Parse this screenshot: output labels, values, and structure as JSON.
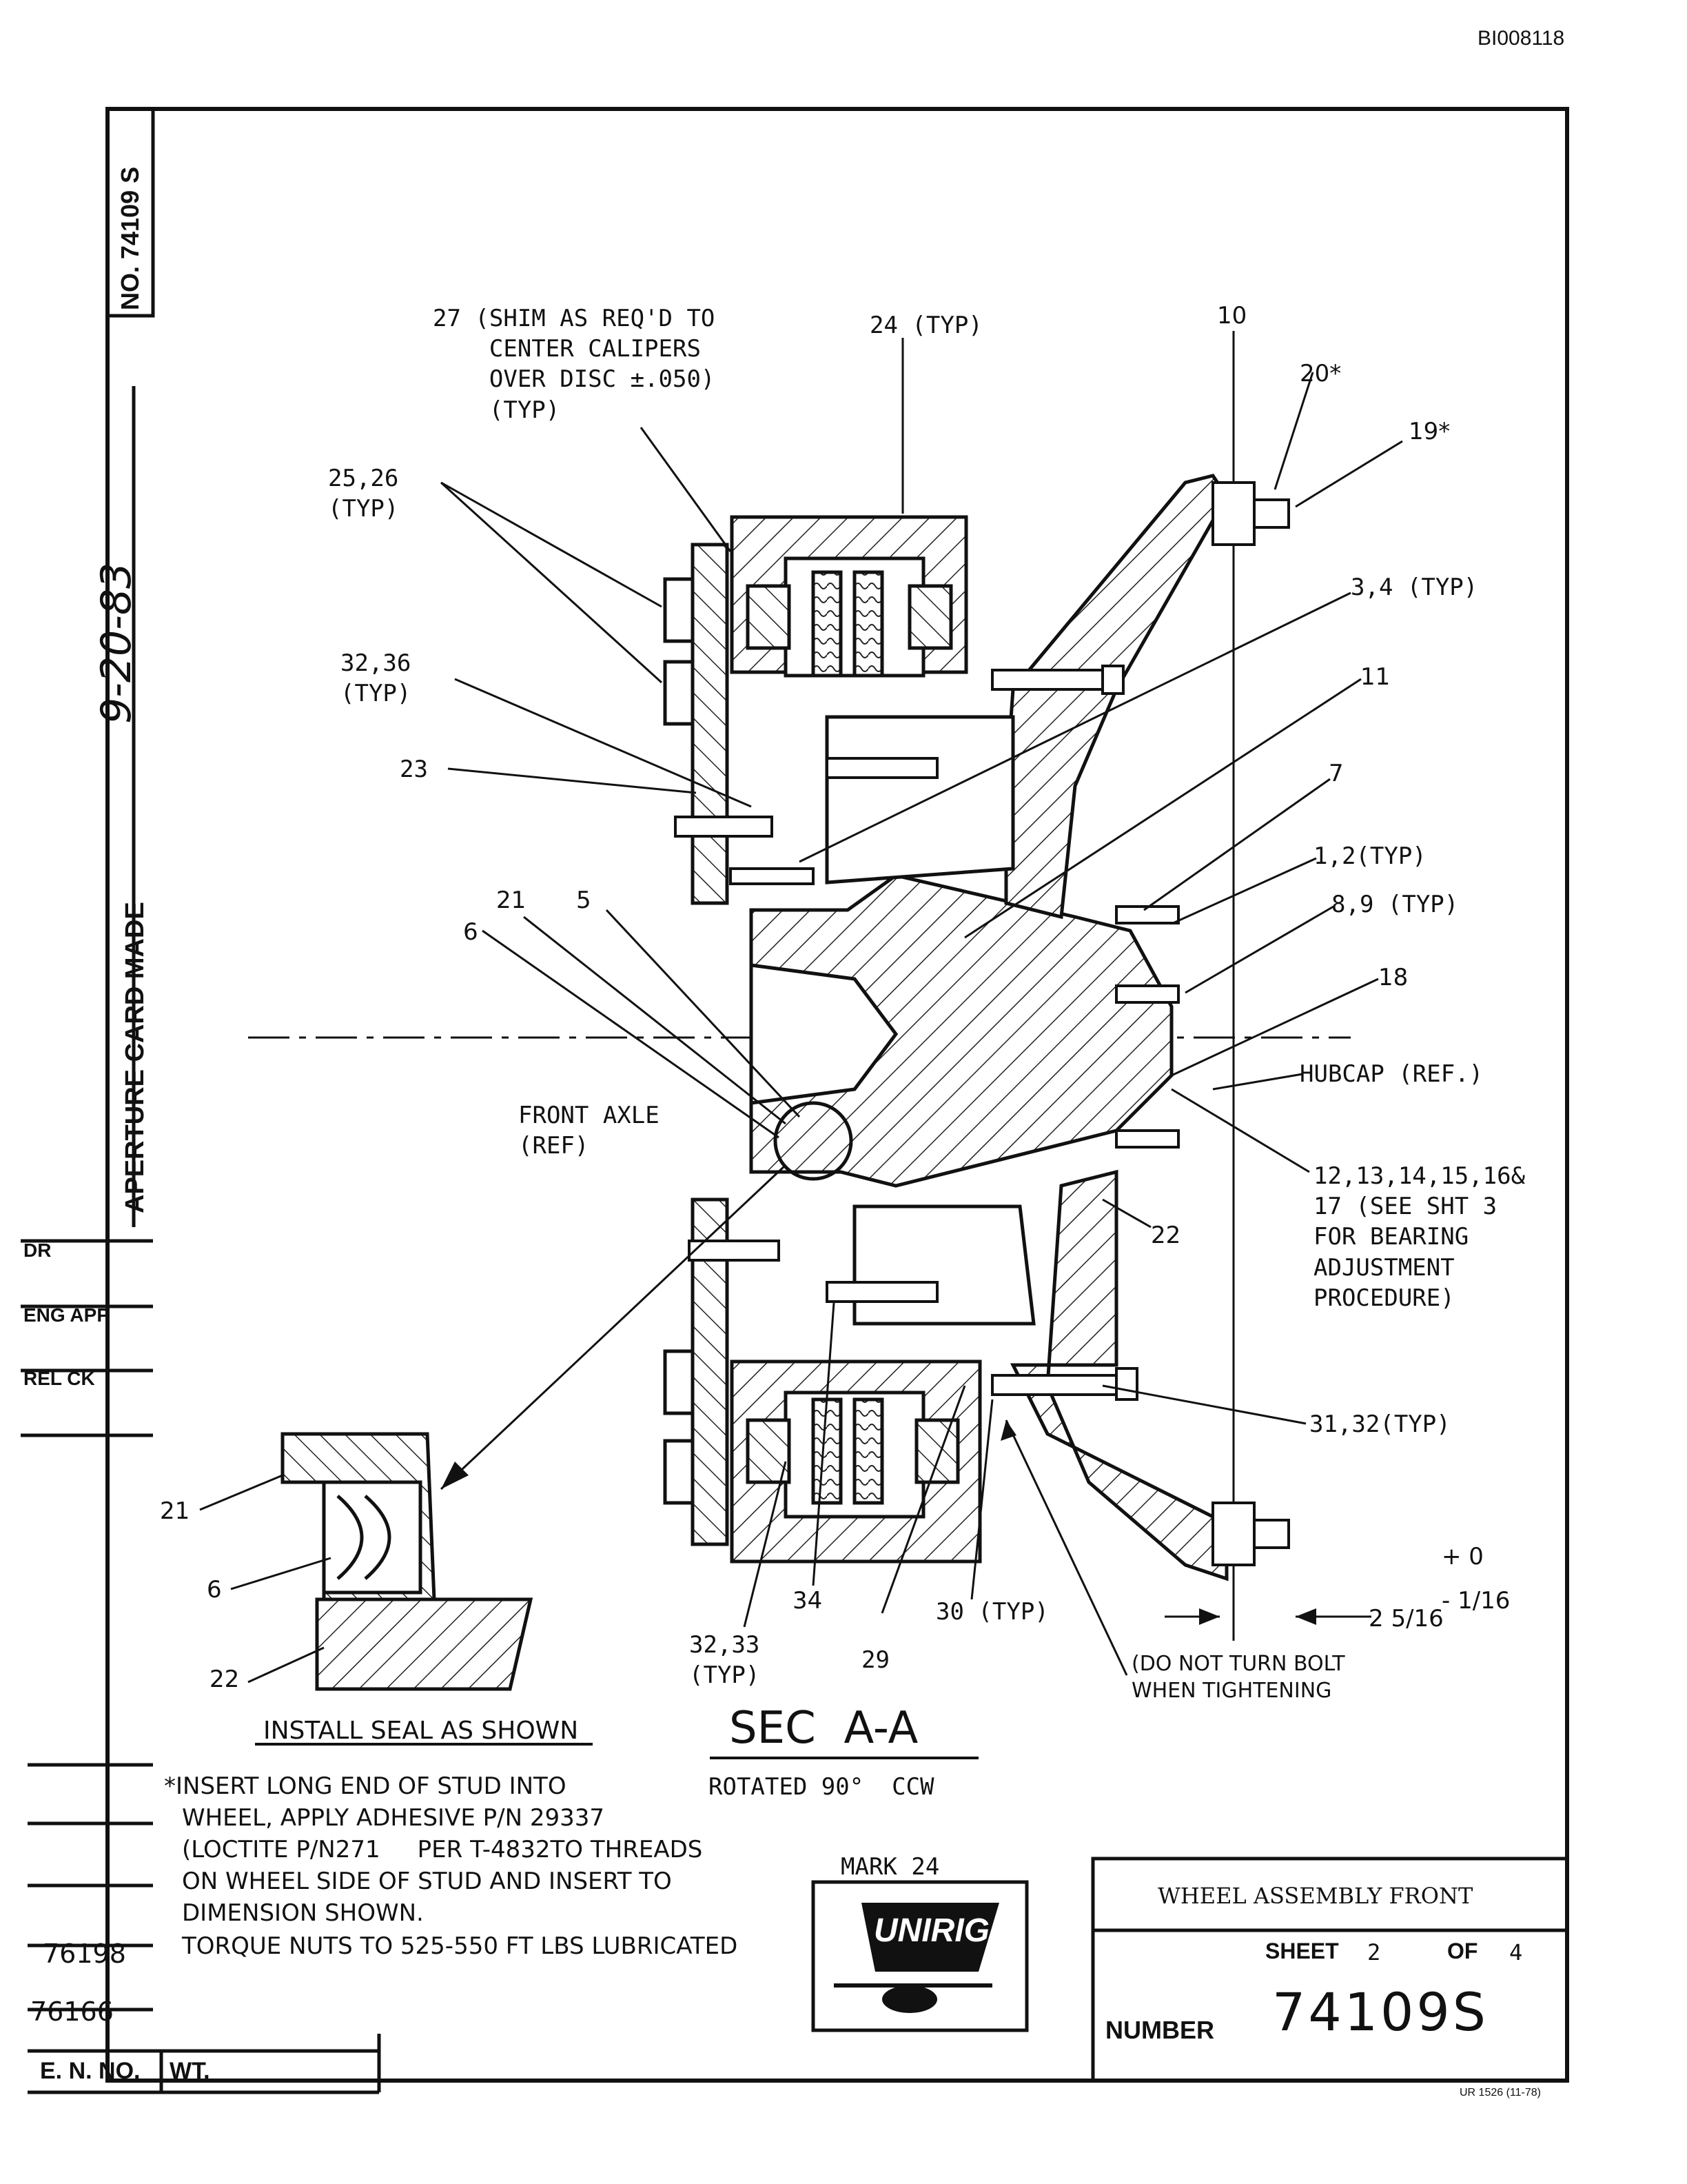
{
  "doc_id": "BI008118",
  "side": {
    "drawing_no": "NO. 74109 S",
    "aperture_card": "APERTURE CARD MADE",
    "date_handwritten": "9-20-83",
    "rows": [
      "DR",
      "ENG APP",
      "REL CK"
    ],
    "en_entries": [
      "76198",
      "76166"
    ],
    "en_label": "E. N. NO.",
    "wt_label": "WT."
  },
  "callouts": {
    "c27": "27 (SHIM AS REQ'D TO\n    CENTER CALIPERS\n    OVER DISC ±.050)\n    (TYP)",
    "c24": "24 (TYP)",
    "c10": "10",
    "c20": "20*",
    "c19": "19*",
    "c25": "25,26\n(TYP)",
    "c34typ": "3,4 (TYP)",
    "c11": "11",
    "c3236": "32,36\n(TYP)",
    "c23": "23",
    "c7": "7",
    "c12": "1,2(TYP)",
    "c89": "8,9 (TYP)",
    "c21": "21",
    "c5": "5",
    "c18": "18",
    "c6": "6",
    "hubcap": "HUBCAP (REF.)",
    "front_axle": "FRONT AXLE\n(REF)",
    "c12to17": "12,13,14,15,16&\n17 (SEE SHT 3\nFOR BEARING\nADJUSTMENT\nPROCEDURE)",
    "c22": "22",
    "c3132": "31,32(TYP)",
    "d21": "21",
    "d6": "6",
    "d22": "22",
    "c34": "34",
    "c3233": "32,33\n(TYP)",
    "c29": "29",
    "c30": "30 (TYP)",
    "tol_plus": "+ 0",
    "tol_minus": "- 1/16",
    "dim": "2 5/16",
    "do_not_turn": "(DO NOT TURN BOLT\nWHEN TIGHTENING"
  },
  "install_seal": "INSTALL SEAL AS SHOWN",
  "section_title": "SEC  A-A",
  "section_sub": "ROTATED 90°  CCW",
  "notes": [
    "*INSERT LONG END OF STUD INTO",
    "WHEEL, APPLY ADHESIVE P/N 29337",
    "(LOCTITE P/N271     PER T-4832TO THREADS",
    "ON WHEEL SIDE OF STUD AND INSERT TO",
    "DIMENSION SHOWN.",
    "TORQUE NUTS TO 525-550 FT LBS LUBRICATED"
  ],
  "mark": "MARK 24",
  "logo": "UNIRIG",
  "title_block": {
    "title": "WHEEL ASSEMBLY FRONT",
    "sheet_label": "SHEET",
    "sheet_no": "2",
    "of_label": "OF",
    "sheet_total": "4",
    "number_label": "NUMBER",
    "number": "74109S"
  },
  "form_no": "UR 1526 (11-78)"
}
